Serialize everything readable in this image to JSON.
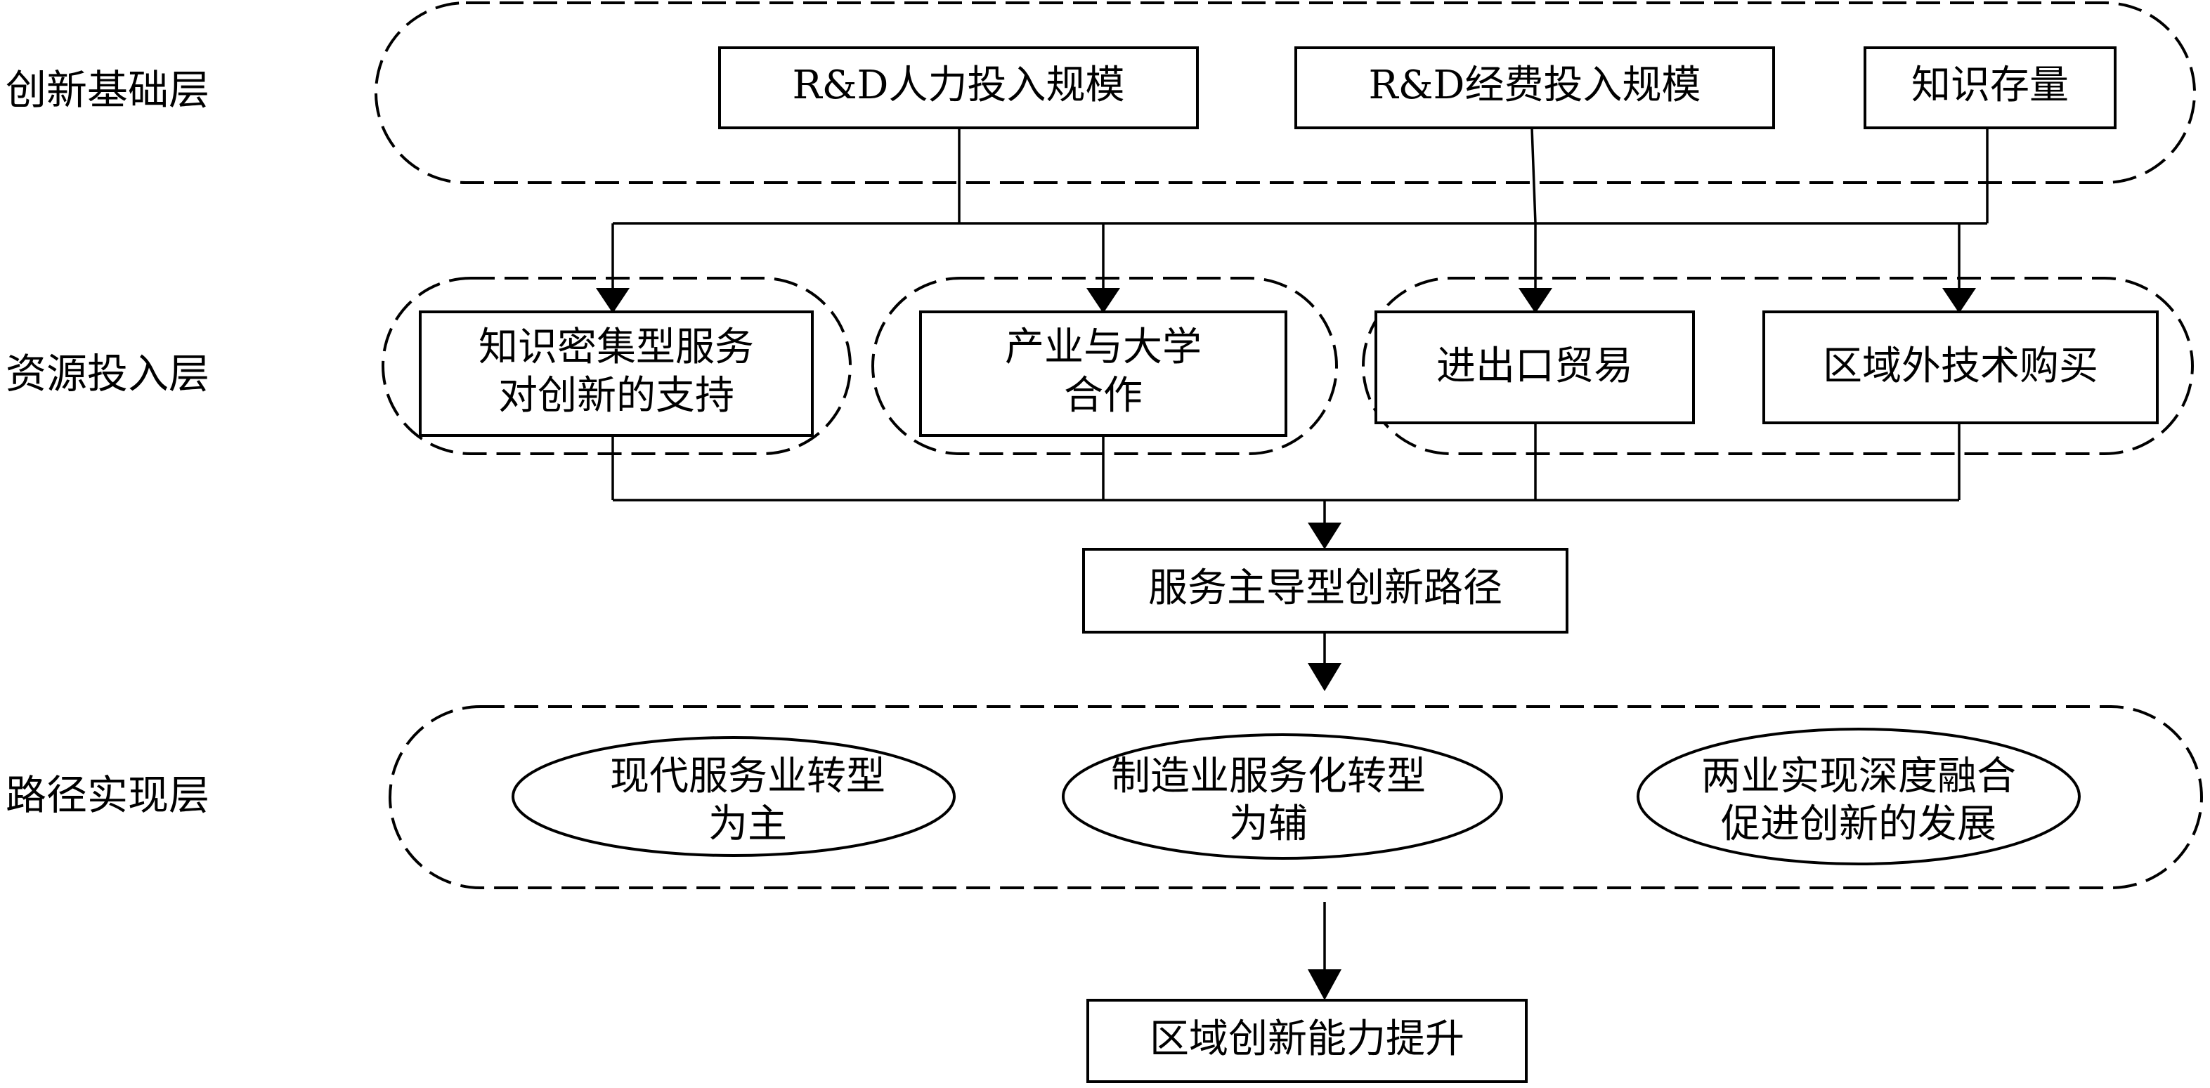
{
  "layers": {
    "foundation": "创新基础层",
    "resource": "资源投入层",
    "realization": "路径实现层"
  },
  "foundation_nodes": {
    "rd_personnel": "R&D人力投入规模",
    "rd_funding": "R&D经费投入规模",
    "knowledge_stock": "知识存量"
  },
  "resource_nodes": {
    "kibs_line1": "知识密集型服务",
    "kibs_line2": "对创新的支持",
    "uic_line1": "产业与大学",
    "uic_line2": "合作",
    "trade": "进出口贸易",
    "tech_purchase": "区域外技术购买"
  },
  "path_node": "服务主导型创新路径",
  "realization_nodes": {
    "service_line1": "现代服务业转型",
    "service_line2": "为主",
    "manufacturing_line1": "制造业服务化转型",
    "manufacturing_line2": "为辅",
    "fusion_line1": "两业实现深度融合",
    "fusion_line2": "促进创新的发展"
  },
  "result_node": "区域创新能力提升"
}
